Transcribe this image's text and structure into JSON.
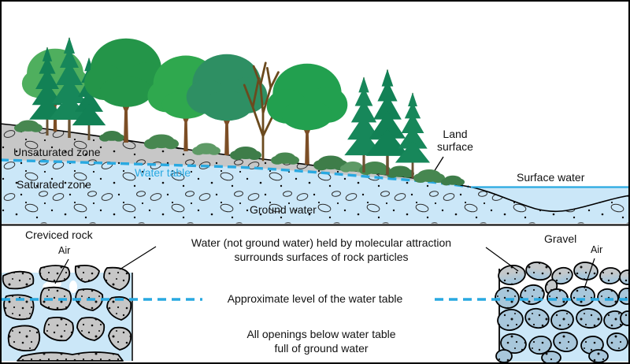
{
  "diagram": {
    "upper": {
      "unsaturated_zone": "Unsaturated zone",
      "water_table": "Water table",
      "saturated_zone": "Saturated zone",
      "ground_water": "Ground water",
      "land_surface_lines": [
        "Land",
        "surface"
      ],
      "surface_water": "Surface water"
    },
    "lower": {
      "creviced_rock": "Creviced rock",
      "air_left": "Air",
      "molecular_lines": [
        "Water (not ground water) held by molecular attraction",
        "surrounds surfaces of rock particles"
      ],
      "water_table_level": "Approximate level of the water table",
      "openings_lines": [
        "All openings below water table",
        "full of ground water"
      ],
      "gravel": "Gravel",
      "air_right": "Air"
    },
    "colors": {
      "water_table_blue": "#29A9E1",
      "saturated_fill": "#CBE7F8",
      "unsaturated_fill": "#C7C7C7",
      "gravel_wet_stone": "#A8C7DB",
      "rock_gray": "#C7C7C7",
      "outline_black": "#000000"
    }
  }
}
